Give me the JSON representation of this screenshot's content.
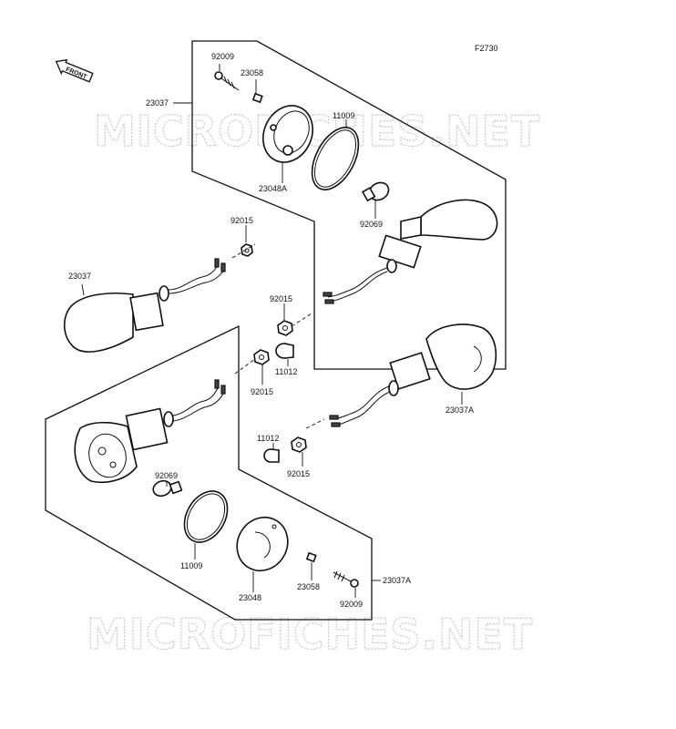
{
  "figure_code": "F2730",
  "front_label": "FRONT",
  "watermark": "MICROFICHES.NET",
  "parts": {
    "screw_top": "92009",
    "nut_top": "23058",
    "assy_top_right": "23037",
    "ring_top": "11009",
    "lens_top": "23048A",
    "bulb_top": "92069",
    "nut_left_upper": "92015",
    "assy_left": "23037",
    "nut_center_upper": "92015",
    "grommet_center": "11012",
    "nut_center_lower": "92015",
    "assy_right_lower": "23037A",
    "grommet_lower": "11012",
    "nut_lower": "92015",
    "bulb_bottom": "92069",
    "ring_bottom": "11009",
    "lens_bottom": "23048",
    "nut_bottom": "23058",
    "assy_bottom": "23037A",
    "screw_bottom": "92009"
  }
}
